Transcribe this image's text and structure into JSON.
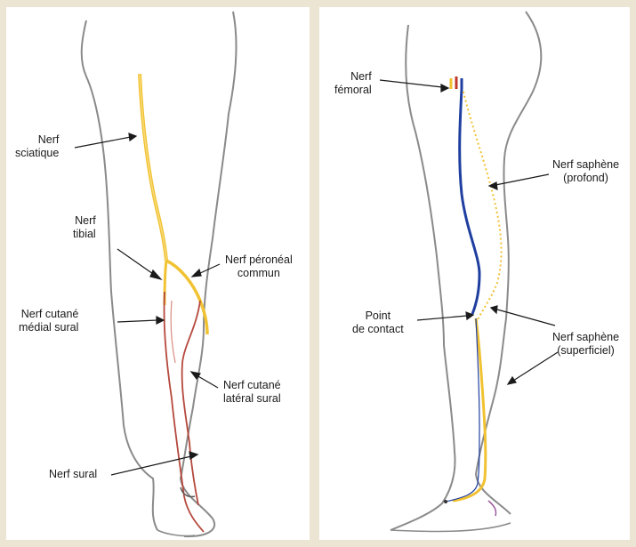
{
  "labels": {
    "sciatic": [
      "Nerf",
      "sciatique"
    ],
    "tibial": [
      "Nerf",
      "tibial"
    ],
    "peroneal": [
      "Nerf péronéal",
      "commun"
    ],
    "medial_sural": [
      "Nerf cutané",
      "médial sural"
    ],
    "lateral_sural": [
      "Nerf cutané",
      "latéral sural"
    ],
    "sural": "Nerf sural",
    "femoral": [
      "Nerf",
      "fémoral"
    ],
    "saphenous_deep": [
      "Nerf saphène",
      "(profond)"
    ],
    "contact_point": [
      "Point",
      "de contact"
    ],
    "saphenous_superficial": [
      "Nerf saphène",
      "(superficiel)"
    ]
  },
  "colors": {
    "background": "#ede5d4",
    "panel": "#ffffff",
    "outline": "#8a8a8a",
    "nerve_yellow": "#f1c232",
    "nerve_yellow_light": "#f7d977",
    "nerve_blue": "#1f3fa0",
    "nerve_red": "#c0392b",
    "nerve_brown": "#b5483d"
  }
}
